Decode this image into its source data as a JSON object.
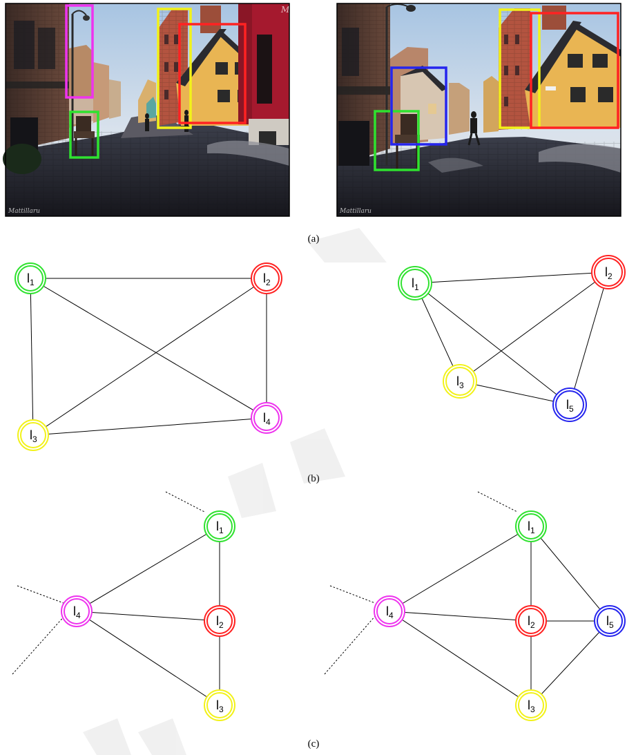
{
  "captions": {
    "a": "(a)",
    "b": "(b)",
    "c": "(c)"
  },
  "photos": {
    "credit_text": "Mattillaru",
    "corner_mark": "M",
    "left_boxes": [
      "green",
      "magenta",
      "yellow",
      "red"
    ],
    "right_boxes": [
      "green",
      "blue",
      "yellow",
      "red"
    ]
  },
  "colors": {
    "green": "#2fe22f",
    "red": "#ff2222",
    "yellow": "#f2f21a",
    "magenta": "#ee33ee",
    "blue": "#2525ee",
    "edge": "#000000"
  },
  "graphs": {
    "b_left": {
      "nodes": [
        {
          "id": "1",
          "label": "l",
          "sub": "1",
          "color": "green"
        },
        {
          "id": "2",
          "label": "l",
          "sub": "2",
          "color": "red"
        },
        {
          "id": "3",
          "label": "l",
          "sub": "3",
          "color": "yellow"
        },
        {
          "id": "4",
          "label": "l",
          "sub": "4",
          "color": "magenta"
        }
      ],
      "edges": [
        [
          "1",
          "2"
        ],
        [
          "1",
          "3"
        ],
        [
          "1",
          "4"
        ],
        [
          "2",
          "3"
        ],
        [
          "2",
          "4"
        ],
        [
          "3",
          "4"
        ]
      ]
    },
    "b_right": {
      "nodes": [
        {
          "id": "1",
          "label": "l",
          "sub": "1",
          "color": "green"
        },
        {
          "id": "2",
          "label": "l",
          "sub": "2",
          "color": "red"
        },
        {
          "id": "3",
          "label": "l",
          "sub": "3",
          "color": "yellow"
        },
        {
          "id": "5",
          "label": "l",
          "sub": "5",
          "color": "blue"
        }
      ],
      "edges": [
        [
          "1",
          "2"
        ],
        [
          "1",
          "3"
        ],
        [
          "1",
          "5"
        ],
        [
          "2",
          "3"
        ],
        [
          "2",
          "5"
        ],
        [
          "3",
          "5"
        ]
      ]
    },
    "c_left": {
      "nodes": [
        {
          "id": "1",
          "label": "l",
          "sub": "1",
          "color": "green"
        },
        {
          "id": "2",
          "label": "l",
          "sub": "2",
          "color": "red"
        },
        {
          "id": "3",
          "label": "l",
          "sub": "3",
          "color": "yellow"
        },
        {
          "id": "4",
          "label": "l",
          "sub": "4",
          "color": "magenta"
        }
      ],
      "edges": [
        [
          "1",
          "4"
        ],
        [
          "1",
          "2"
        ],
        [
          "4",
          "2"
        ],
        [
          "4",
          "3"
        ],
        [
          "2",
          "3"
        ]
      ]
    },
    "c_right": {
      "nodes": [
        {
          "id": "1",
          "label": "l",
          "sub": "1",
          "color": "green"
        },
        {
          "id": "2",
          "label": "l",
          "sub": "2",
          "color": "red"
        },
        {
          "id": "3",
          "label": "l",
          "sub": "3",
          "color": "yellow"
        },
        {
          "id": "4",
          "label": "l",
          "sub": "4",
          "color": "magenta"
        },
        {
          "id": "5",
          "label": "l",
          "sub": "5",
          "color": "blue"
        }
      ],
      "edges": [
        [
          "1",
          "4"
        ],
        [
          "1",
          "2"
        ],
        [
          "1",
          "5"
        ],
        [
          "4",
          "2"
        ],
        [
          "2",
          "5"
        ],
        [
          "4",
          "3"
        ],
        [
          "2",
          "3"
        ],
        [
          "3",
          "5"
        ]
      ]
    }
  }
}
